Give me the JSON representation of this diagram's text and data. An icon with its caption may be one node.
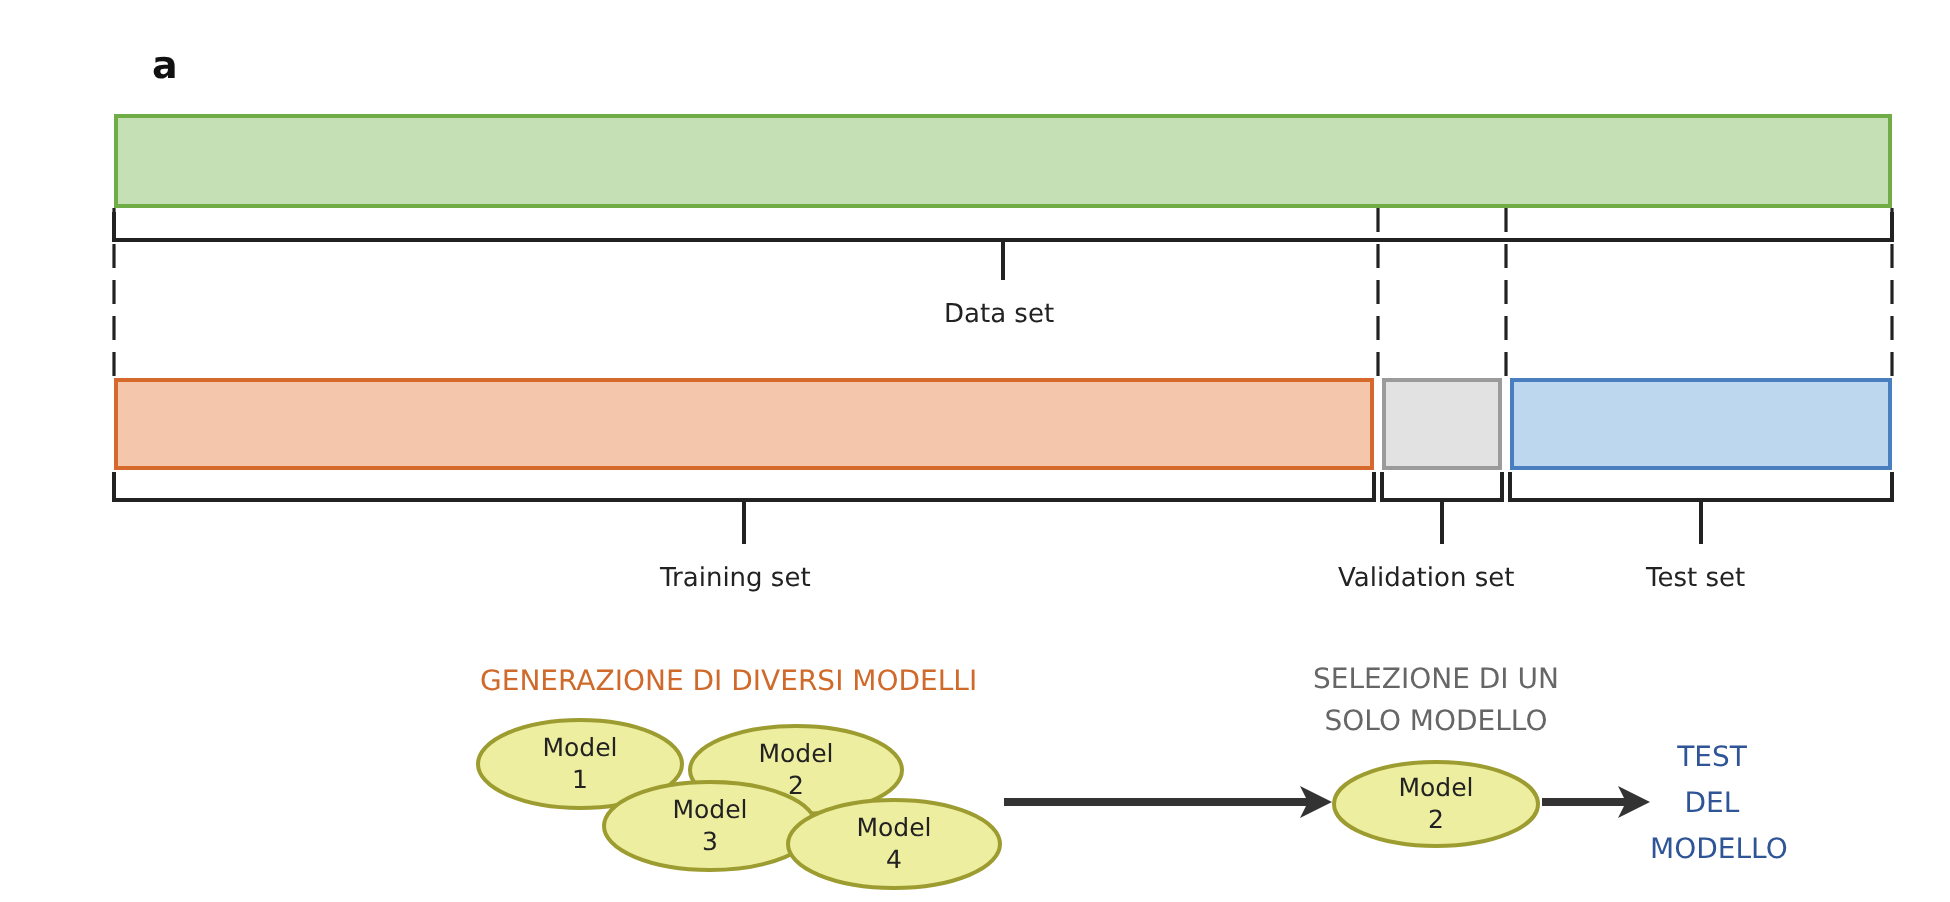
{
  "diagram": {
    "nodes": [
      {
        "text": [],
        "shape": "bar"
      },
      {
        "text": [],
        "shape": "bar"
      },
      {
        "text": [],
        "shape": "bar"
      },
      {
        "text": [],
        "shape": "bar"
      },
      {
        "text": [
          "Model 1"
        ]
      },
      {
        "text": [
          "Model 2"
        ]
      },
      {
        "text": [
          "Model 3"
        ]
      },
      {
        "text": [
          "Model 4"
        ]
      },
      {
        "text": [
          "SELEZIONE DI UN SOLO MODELLO",
          "Model 2"
        ]
      },
      {
        "text": [
          "TEST DEL MODELLO"
        ]
      }
    ],
    "edges": [
      {
        "from": 7,
        "to": 8,
        "arrow": "to"
      },
      {
        "from": 8,
        "to": 9,
        "arrow": "to"
      }
    ],
    "labels": [
      "a",
      "Data set",
      "Training set",
      "Validation set",
      "Test set",
      "GENERAZIONE DI DIVERSI MODELLI"
    ]
  }
}
